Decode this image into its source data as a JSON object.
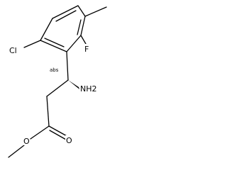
{
  "molecule": {
    "atom_labels": {
      "cl": "Cl",
      "f": "F",
      "nh2": "NH2",
      "o_carbonyl": "O",
      "o_ester": "O"
    },
    "stereo_annotation": "abs",
    "bond_color": "#000000",
    "text_color": "#000000"
  }
}
